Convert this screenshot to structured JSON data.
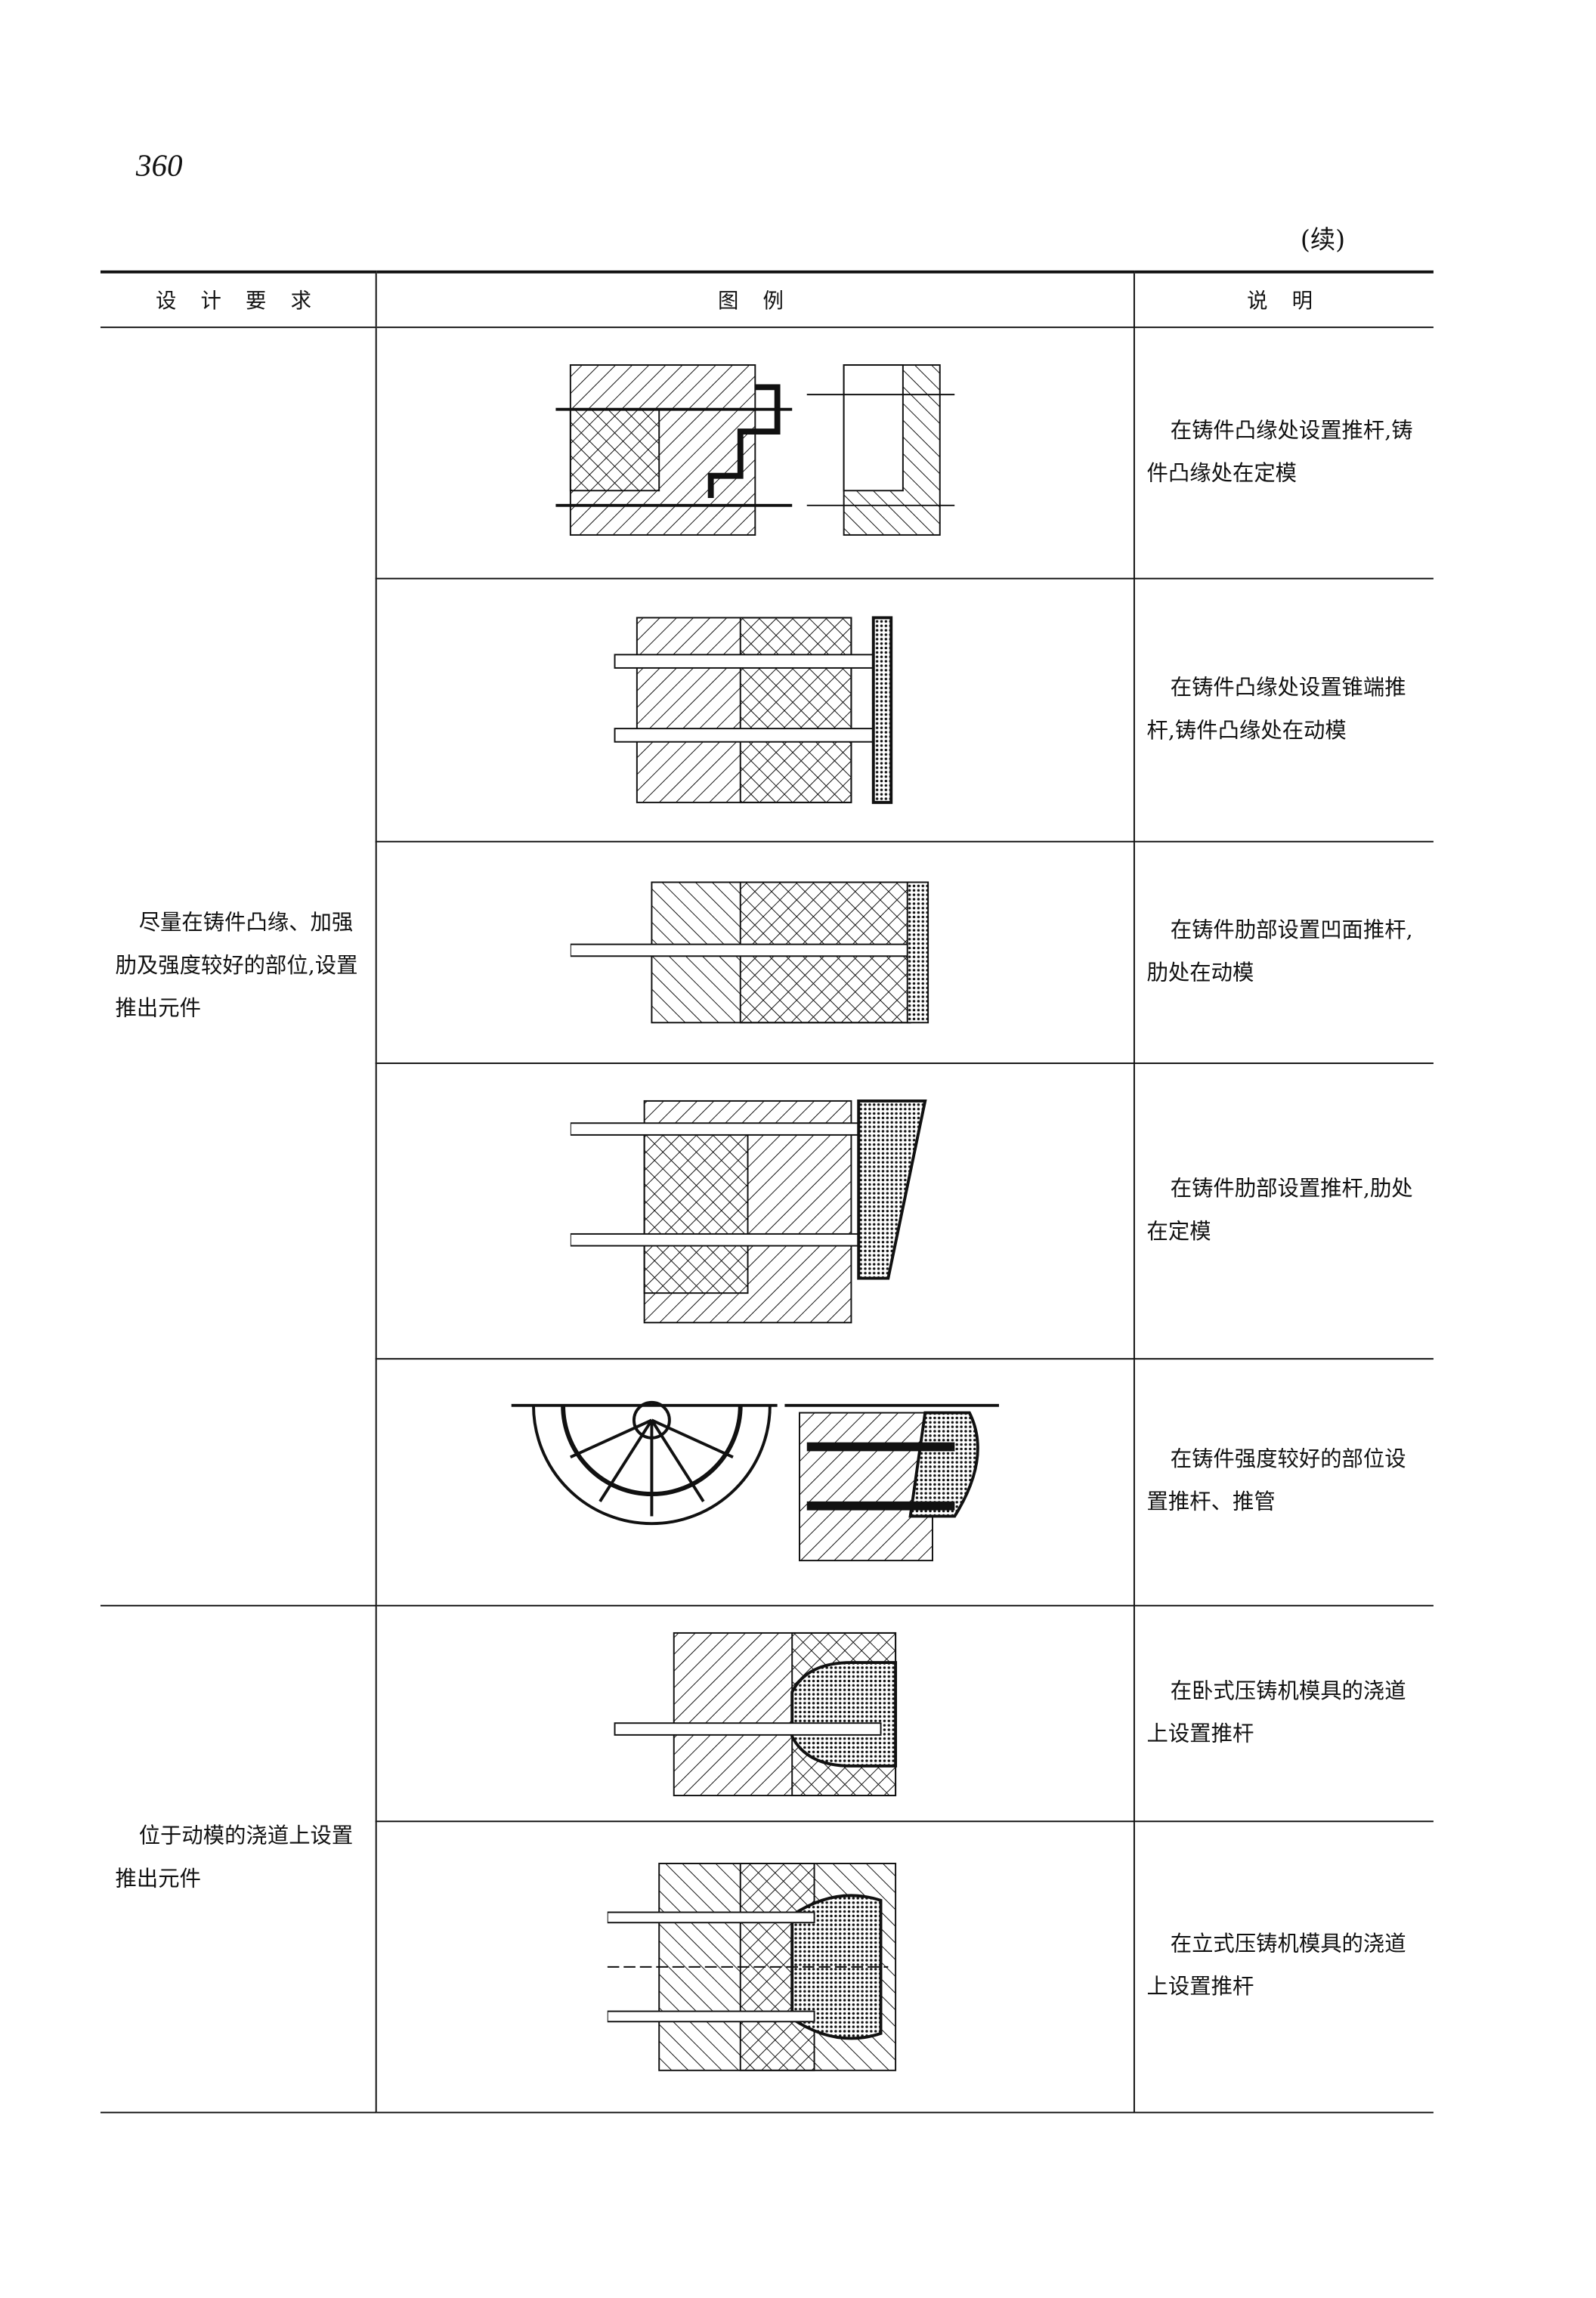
{
  "page_number": "360",
  "continued_label": "(续)",
  "table": {
    "headers": [
      "设 计 要 求",
      "图  例",
      "说  明"
    ],
    "groups": [
      {
        "requirement": "尽量在铸件凸缘、加强肋及强度较好的部位,设置推出元件",
        "rows": [
          {
            "note": "在铸件凸缘处设置推杆,铸件凸缘处在定模"
          },
          {
            "note": "在铸件凸缘处设置锥端推杆,铸件凸缘处在动模"
          },
          {
            "note": "在铸件肋部设置凹面推杆,肋处在动模"
          },
          {
            "note": "在铸件肋部设置推杆,肋处在定模"
          },
          {
            "note": "在铸件强度较好的部位设置推杆、推管"
          }
        ]
      },
      {
        "requirement": "位于动模的浇道上设置推出元件",
        "rows": [
          {
            "note": "在卧式压铸机模具的浇道上设置推杆"
          },
          {
            "note": "在立式压铸机模具的浇道上设置推杆"
          }
        ]
      }
    ]
  }
}
